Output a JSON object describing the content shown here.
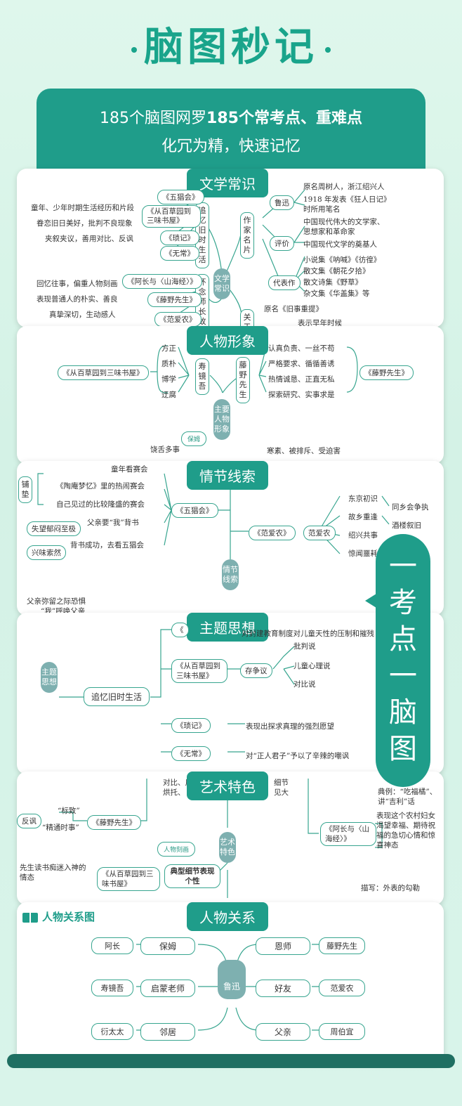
{
  "title": "脑图秒记",
  "banner": {
    "line1_pre": "185个脑图网罗",
    "line1_bold": "185个常考点、重难点",
    "line2": "化冗为精，快速记忆"
  },
  "side_label": [
    "一",
    "考",
    "点",
    "一",
    "脑",
    "图"
  ],
  "s1": {
    "title": "文学常识",
    "center": "文学常识",
    "branch_left1": "追忆旧时生活",
    "branch_left2": "怀念师长故人",
    "branch_right1": "作家名片",
    "branch_right2": "关于",
    "left_books": [
      "《五猖会》",
      "《从百草园到三味书屋》",
      "《琐记》",
      "《无常》"
    ],
    "left_notes": [
      "童年、少年时期生活经历和片段",
      "眷恋旧日美好，批判不良现象",
      "夹叙夹议，善用对比、反讽"
    ],
    "left2_books": [
      "《阿长与〈山海经〉》",
      "《藤野先生》",
      "《范爱农》"
    ],
    "left2_notes": [
      "回忆往事，偏重人物刻画",
      "表现普通人的朴实、善良",
      "真挚深切，生动感人"
    ],
    "r_luxun": "鲁迅",
    "r_luxun_items": [
      "原名周树人，浙江绍兴人",
      "1918 年发表《狂人日记》",
      "时所用笔名"
    ],
    "r_eval": "评价",
    "r_eval_items": [
      "中国现代伟大的文学家、",
      "思想家和革命家",
      "中国现代文学的奠基人"
    ],
    "r_works": "代表作",
    "r_works_items": [
      "小说集《呐喊》《彷徨》",
      "散文集《朝花夕拾》",
      "散文诗集《野草》",
      "杂文集《华盖集》等"
    ],
    "r_about": "原名《旧事重提》",
    "r_about2": "表示早年时候"
  },
  "s2": {
    "title": "人物形象",
    "book_left": "《从百草园到三味书屋》",
    "person_left": "寿镜吾",
    "traits_left": [
      "方正",
      "质朴",
      "博学",
      "迂腐"
    ],
    "person_right": "藤野先生",
    "traits_right": [
      "认真负责、一丝不苟",
      "严格要求、循循善诱",
      "热情诚恳、正直无私",
      "探索研究、实事求是"
    ],
    "book_right": "《藤野先生》",
    "center": "主要人物形象",
    "bubble": "保姆",
    "partial_left": "饶舌多事",
    "partial_right": "寒素、被排斥、受迫害"
  },
  "s3": {
    "title": "情节线索",
    "left_tag": "铺垫",
    "items_left": [
      "童年看赛会",
      "《陶庵梦忆》里的热闹赛会",
      "自己见过的比较隆盛的赛会"
    ],
    "book": "《五猖会》",
    "father_req": "父亲要“我”背书",
    "disappoint": "失望郁闷至极",
    "back_success": "背书成功，去看五猖会",
    "happy": "兴味索然",
    "fan_book": "《范爱农》",
    "fan": "范爱农",
    "fan_items": [
      "东京初识",
      "故乡重逢",
      "绍兴共事",
      "惊闻噩耗"
    ],
    "fan_details": [
      "同乡会争执",
      "酒楼叙旧"
    ],
    "center": "情节线索",
    "below_text1": "父亲弥留之际恐惧",
    "below_text2": "“我”呼唤父亲"
  },
  "s4": {
    "title": "主题思想",
    "center": "主题思想",
    "main_branch": "追忆旧时生活",
    "top_text": "对封建教育制度对儿童天性的压制和摧残",
    "top_book": "《",
    "book2": "《从百草园到三味书屋》",
    "dispute": "存争议",
    "dispute_items": [
      "批判说",
      "儿童心理说",
      "对比说"
    ],
    "book3": "《琐记》",
    "book3_text": "表现出探求真理的强烈愿望",
    "book4": "《无常》",
    "book4_text": "对“正人君子”予以了辛辣的嘲讽"
  },
  "s5": {
    "title": "艺术特色",
    "top_left": "对比、反",
    "top_left2": "烘托、",
    "top_right": "细节",
    "top_right2": "见大",
    "irony": "反讽",
    "quote1": "“标致”",
    "quote2": "“精通时事”",
    "book1": "《藤野先生》",
    "bubble": "人物刻画",
    "detail": "典型细节表现个性",
    "book2": "《从百草园到三味书屋》",
    "reading": "先生读书痴迷入神的情态",
    "center": "艺术特色",
    "right_top": "典例：“吃福橘”、讲“吉利”话",
    "book3": "《阿长与〈山海经〉》",
    "right_text": "表现这个农村妇女渴望幸福、期待祝福的急切心情和惊喜神态",
    "right_bottom": "描写：外表的勾勒"
  },
  "s6": {
    "title": "人物关系",
    "header": "人物关系图",
    "center": "鲁迅",
    "left": [
      {
        "role": "保姆",
        "name": "阿长"
      },
      {
        "role": "启蒙老师",
        "name": "寿镜吾"
      },
      {
        "role": "邻居",
        "name": "衍太太"
      }
    ],
    "right": [
      {
        "role": "恩师",
        "name": "藤野先生"
      },
      {
        "role": "好友",
        "name": "范爱农"
      },
      {
        "role": "父亲",
        "name": "周伯宜"
      }
    ]
  }
}
